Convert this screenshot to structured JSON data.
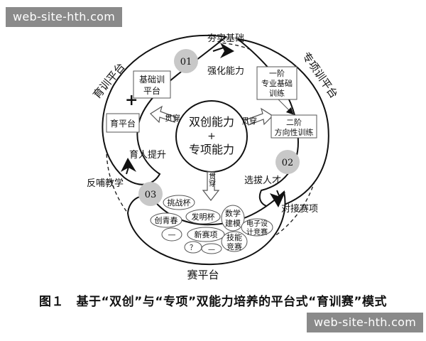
{
  "watermark": "web-site-hth.com",
  "caption": "图１　基于“双创”与“专项”双能力培养的平台式“育训赛”模式",
  "center": {
    "line1": "双创能力",
    "plus": "+",
    "line2": "专项能力"
  },
  "connect_label": "贯穿",
  "platforms": {
    "yu": {
      "title": "育训平台",
      "number": "01",
      "box_a": [
        "基础训",
        "平台"
      ],
      "box_b": "育平台",
      "plus_sign": "+"
    },
    "zhuan": {
      "title": "专项训平台",
      "number": "02",
      "box_a": [
        "一阶",
        "专业基础",
        "训练"
      ],
      "box_b": [
        "二阶",
        "方向性训练"
      ]
    },
    "sai": {
      "title": "赛平台",
      "number": "03",
      "items": [
        "挑战杯",
        "发明杯",
        "创青春",
        "数学",
        "建模",
        "—",
        "新赛项",
        "电子设",
        "计竞赛",
        "技能",
        "竞赛",
        "？",
        "—"
      ]
    }
  },
  "flows": {
    "top_upper": "夯实基础",
    "top_lower": "强化能力",
    "right_upper": "选拔人才",
    "right_lower": "对接赛项",
    "left_upper": "育人提升",
    "left_lower": "反哺教学"
  }
}
